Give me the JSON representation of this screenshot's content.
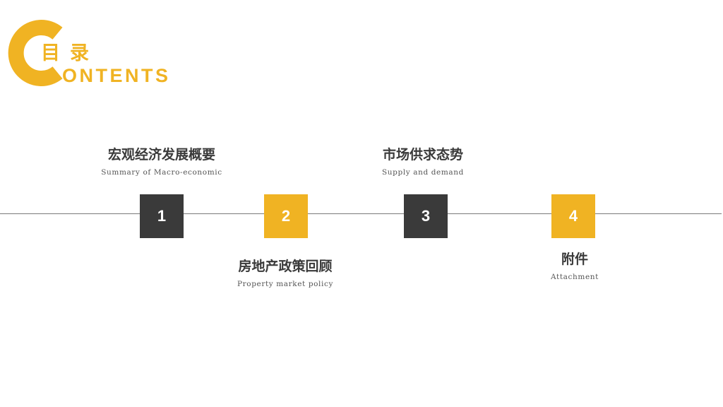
{
  "header": {
    "logo_letter": "C",
    "title_cn": "目录",
    "title_en": "ONTENTS"
  },
  "colors": {
    "accent": "#f0b323",
    "dark": "#3a3a3a",
    "line": "#7a7a7a",
    "background": "#ffffff"
  },
  "items": [
    {
      "number": "1",
      "title": "宏观经济发展概要",
      "subtitle": "Summary of Macro-economic",
      "box_color": "dark"
    },
    {
      "number": "2",
      "title": "房地产政策回顾",
      "subtitle": "Property market policy",
      "box_color": "gold"
    },
    {
      "number": "3",
      "title": "市场供求态势",
      "subtitle": "Supply and demand",
      "box_color": "dark"
    },
    {
      "number": "4",
      "title": "附件",
      "subtitle": "Attachment",
      "box_color": "gold"
    }
  ]
}
